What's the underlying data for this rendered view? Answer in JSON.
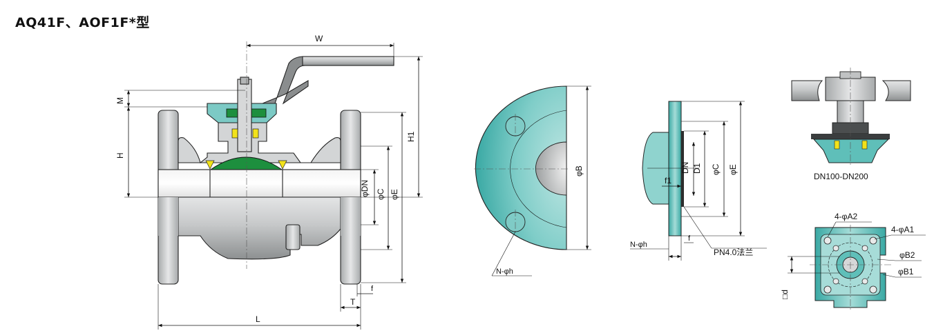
{
  "title": "AQ41F、AOF1F*型",
  "colors": {
    "metal": "#c9cbcc",
    "metal_dark": "#8e9192",
    "teal": "#4fb8b3",
    "teal_light": "#a9dcd8",
    "green": "#1d8f3e",
    "yellow": "#f2e21a"
  },
  "main_view": {
    "labels": {
      "W": "W",
      "M": "M",
      "H": "H",
      "H1": "H1",
      "DN": "φDN",
      "C": "φC",
      "E": "φE",
      "f": "f",
      "T": "T",
      "L": "L"
    }
  },
  "flange_face_view": {
    "labels": {
      "B": "φB",
      "holes": "N-φh"
    }
  },
  "flange_section_view": {
    "labels": {
      "DN": "DN",
      "D1": "D1",
      "C": "φC",
      "E": "φE",
      "f1": "f1",
      "f": "f",
      "holes": "N-φh",
      "standard": "PN4.0法兰"
    }
  },
  "stem_view": {
    "caption": "DN100-DN200"
  },
  "mount_pad_view": {
    "labels": {
      "A2": "4-φA2",
      "A1": "4-φA1",
      "B2": "φB2",
      "B1": "φB1",
      "d": "□d"
    }
  }
}
